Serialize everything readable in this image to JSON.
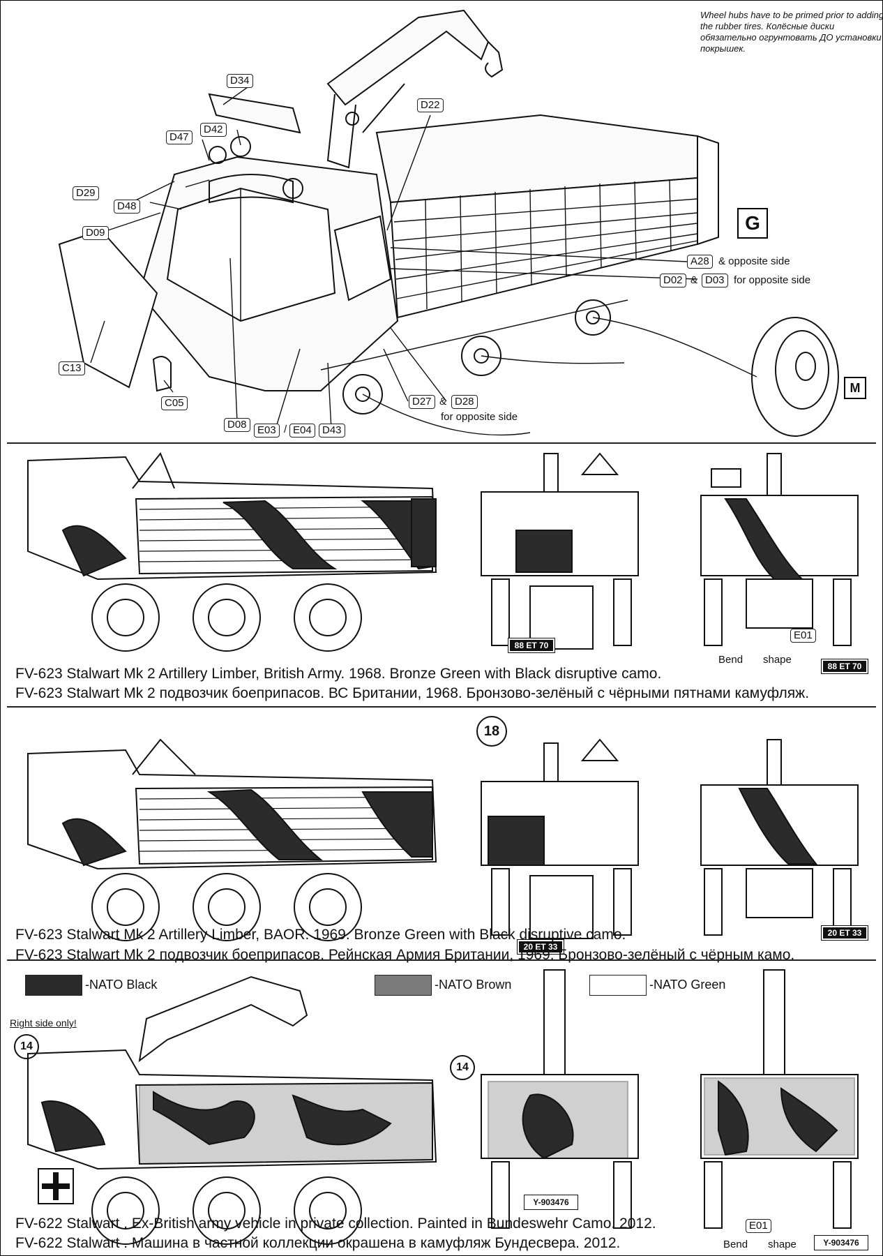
{
  "note": "Wheel hubs have to be primed prior to adding the rubber tires. Колёсные диски обязательно огрунтовать ДО установки покрышек.",
  "callouts": {
    "d34": "D34",
    "d42": "D42",
    "d47": "D47",
    "d29": "D29",
    "d48": "D48",
    "d09": "D09",
    "c13": "C13",
    "c05": "C05",
    "d08": "D08",
    "e03": "E03",
    "e04": "E04",
    "d43": "D43",
    "d22": "D22",
    "a28": "A28",
    "d02": "D02",
    "d03": "D03",
    "d27": "D27",
    "d28": "D28",
    "e01a": "E01",
    "e01b": "E01"
  },
  "texts": {
    "a28_suffix": "& opposite side",
    "d02_amp": "&",
    "d03_suffix": "for opposite side",
    "d27_amp": "&",
    "d28_suffix": "for opposite side",
    "slash": "/",
    "bend_a": "Bend",
    "shape_a": "shape",
    "bend_b": "Bend",
    "shape_b": "shape",
    "right_side": "Right side only!"
  },
  "letters": {
    "g": "G",
    "m": "M"
  },
  "plates": {
    "p1": "88 ET 70",
    "p2": "88 ET 70",
    "p3": "20 ET 33",
    "p4": "20 ET 33",
    "p5": "Y-903476",
    "p6": "Y-903476"
  },
  "markings": {
    "n18": "18",
    "n14a": "14",
    "n14b": "14"
  },
  "legend": {
    "black": {
      "label": "-NATO Black",
      "color": "#2b2b2b"
    },
    "brown": {
      "label": "-NATO Brown",
      "color": "#7b7b7b"
    },
    "green": {
      "label": "-NATO Green",
      "color": "#ffffff"
    }
  },
  "captions": [
    "FV-623 Stalwart  Mk 2 Artillery Limber, British Army. 1968. Bronze Green with Black disruptive camo.",
    "FV-623 Stalwart Mk 2 подвозчик боеприпасов. ВС Британии, 1968. Бронзово-зелёный с чёрными пятнами камуфляж.",
    "FV-623 Stalwart  Mk 2 Artillery Limber, BAOR. 1969. Bronze Green with Black disruptive camo.",
    "FV-623 Stalwart Mk 2 подвозчик боеприпасов. Рейнская Армия Британии, 1969. Бронзово-зелёный с чёрным камо.",
    "FV-622 Stalwart . Ex-British army vehicle in private collection. Painted in Bundeswehr Camo. 2012.",
    "FV-622 Stalwart . Машина в частной коллекции окрашена в камуфляж Бундесвера. 2012."
  ]
}
